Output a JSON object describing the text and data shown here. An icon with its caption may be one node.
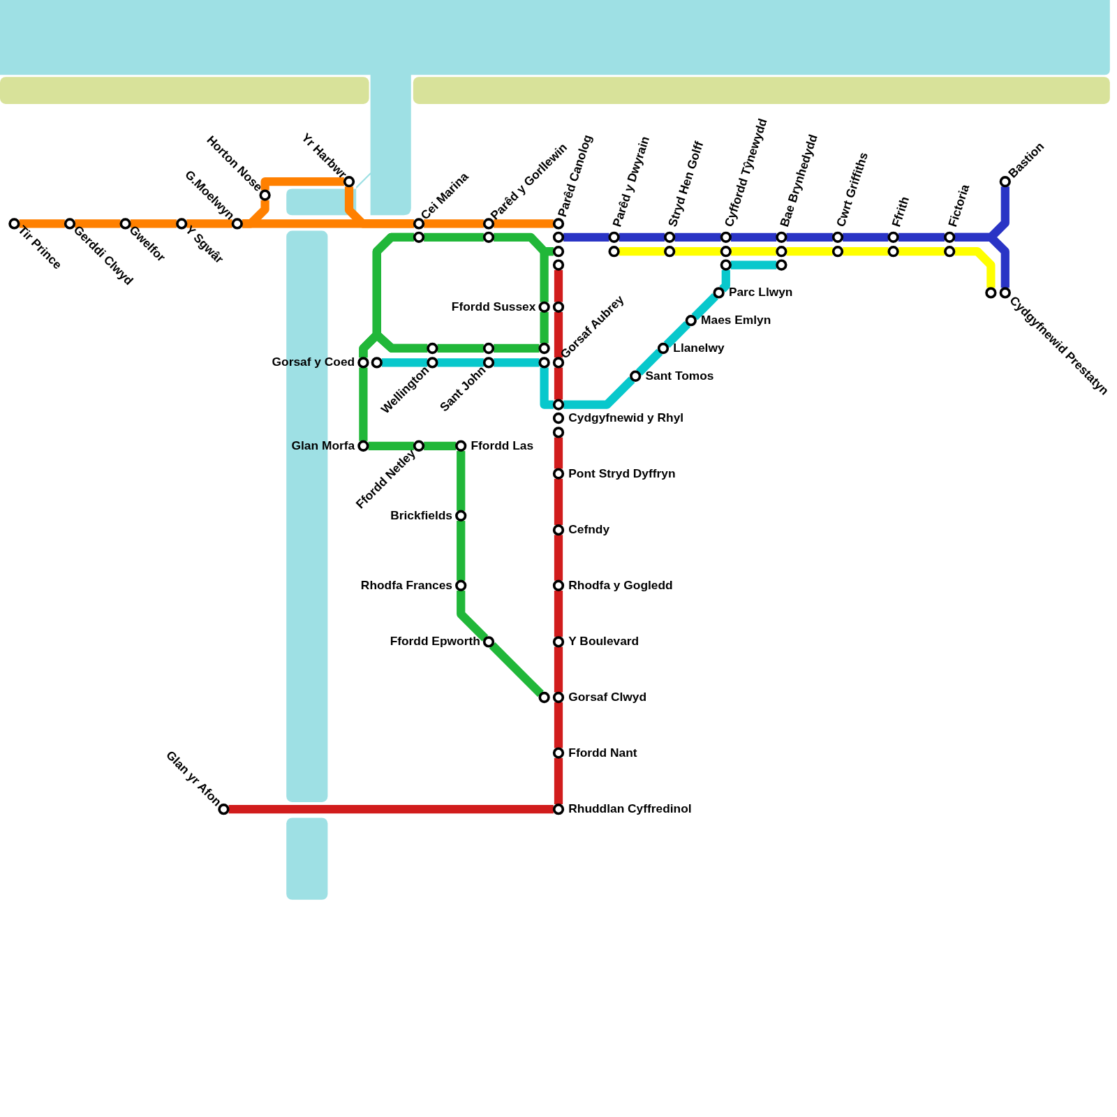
{
  "diagram": {
    "nodes": [
      {
        "text": [
          "Tir Prince"
        ]
      },
      {
        "text": [
          "Gerddi Clwyd"
        ]
      },
      {
        "text": [
          "Gwelfor"
        ]
      },
      {
        "text": [
          "Y Sgwâr"
        ]
      },
      {
        "text": [
          "G.Moelwyn"
        ]
      },
      {
        "text": [
          "Horton Nose"
        ]
      },
      {
        "text": [
          "Yr Harbwr"
        ]
      },
      {
        "text": [
          "Cei Marina"
        ]
      },
      {
        "text": [
          "Parêd y Gorllewin"
        ]
      },
      {
        "text": [
          "Parêd Canolog"
        ]
      },
      {
        "text": [
          "Parêd y Dwyrain"
        ]
      },
      {
        "text": [
          "Stryd Hen Golff"
        ]
      },
      {
        "text": [
          "Cyffordd Tŷnewydd"
        ]
      },
      {
        "text": [
          "Bae Brynhedydd"
        ]
      },
      {
        "text": [
          "Cwrt Griffiths"
        ]
      },
      {
        "text": [
          "Ffrith"
        ]
      },
      {
        "text": [
          "Fictoria"
        ]
      },
      {
        "text": [
          "Bastion"
        ]
      },
      {
        "text": [
          "Cydgyfnewid Prestatyn"
        ]
      },
      {
        "text": [
          "Parc Llwyn"
        ]
      },
      {
        "text": [
          "Ffordd Sussex"
        ]
      },
      {
        "text": [
          "Maes Emlyn"
        ]
      },
      {
        "text": [
          "Llanelwy"
        ]
      },
      {
        "text": [
          "Gorsaf Aubrey"
        ]
      },
      {
        "text": [
          "Gorsaf y Coed"
        ]
      },
      {
        "text": [
          "Wellington"
        ]
      },
      {
        "text": [
          "Sant John"
        ]
      },
      {
        "text": [
          "Sant Tomos"
        ]
      },
      {
        "text": [
          "Cydgyfnewid y Rhyl"
        ]
      },
      {
        "text": [
          "Glan Morfa"
        ]
      },
      {
        "text": [
          "Ffordd Netley"
        ]
      },
      {
        "text": [
          "Ffordd Las"
        ]
      },
      {
        "text": [
          "Pont Stryd Dyffryn"
        ]
      },
      {
        "text": [
          "Brickfields"
        ]
      },
      {
        "text": [
          "Cefndy"
        ]
      },
      {
        "text": [
          "Rhodfa Frances"
        ]
      },
      {
        "text": [
          "Rhodfa y Gogledd"
        ]
      },
      {
        "text": [
          "Ffordd Epworth"
        ]
      },
      {
        "text": [
          "Y Boulevard"
        ]
      },
      {
        "text": [
          "Gorsaf Clwyd"
        ]
      },
      {
        "text": [
          "Ffordd Nant"
        ]
      },
      {
        "text": [
          "Glan yr Afon"
        ]
      },
      {
        "text": [
          "Rhuddlan Cyffredinol"
        ]
      }
    ],
    "edges": [
      {
        "from": 0,
        "to": 1,
        "arrow": "none",
        "color": "#ff8000"
      },
      {
        "from": 1,
        "to": 2,
        "arrow": "none",
        "color": "#ff8000"
      },
      {
        "from": 2,
        "to": 3,
        "arrow": "none",
        "color": "#ff8000"
      },
      {
        "from": 3,
        "to": 4,
        "arrow": "none",
        "color": "#ff8000"
      },
      {
        "from": 4,
        "to": 5,
        "arrow": "none",
        "color": "#ff8000"
      },
      {
        "from": 5,
        "to": 6,
        "arrow": "none",
        "color": "#ff8000"
      },
      {
        "from": 6,
        "to": 7,
        "arrow": "none",
        "color": "#ff8000"
      },
      {
        "from": 4,
        "to": 7,
        "arrow": "none",
        "color": "#ff8000"
      },
      {
        "from": 7,
        "to": 8,
        "arrow": "none",
        "color": "#ff8000"
      },
      {
        "from": 8,
        "to": 9,
        "arrow": "none",
        "color": "#ff8000"
      },
      {
        "from": 9,
        "to": 10,
        "arrow": "none",
        "color": "#2a34c5"
      },
      {
        "from": 10,
        "to": 11,
        "arrow": "none",
        "color": "#2a34c5"
      },
      {
        "from": 11,
        "to": 12,
        "arrow": "none",
        "color": "#2a34c5"
      },
      {
        "from": 12,
        "to": 13,
        "arrow": "none",
        "color": "#2a34c5"
      },
      {
        "from": 13,
        "to": 14,
        "arrow": "none",
        "color": "#2a34c5"
      },
      {
        "from": 14,
        "to": 15,
        "arrow": "none",
        "color": "#2a34c5"
      },
      {
        "from": 15,
        "to": 16,
        "arrow": "none",
        "color": "#2a34c5"
      },
      {
        "from": 16,
        "to": 17,
        "arrow": "none",
        "color": "#2a34c5"
      },
      {
        "from": 16,
        "to": 18,
        "arrow": "none",
        "color": "#2a34c5"
      },
      {
        "from": 10,
        "to": 11,
        "arrow": "none",
        "color": "#ffff00"
      },
      {
        "from": 11,
        "to": 12,
        "arrow": "none",
        "color": "#ffff00"
      },
      {
        "from": 12,
        "to": 13,
        "arrow": "none",
        "color": "#ffff00"
      },
      {
        "from": 13,
        "to": 14,
        "arrow": "none",
        "color": "#ffff00"
      },
      {
        "from": 14,
        "to": 15,
        "arrow": "none",
        "color": "#ffff00"
      },
      {
        "from": 15,
        "to": 16,
        "arrow": "none",
        "color": "#ffff00"
      },
      {
        "from": 16,
        "to": 18,
        "arrow": "none",
        "color": "#ffff00"
      },
      {
        "from": 13,
        "to": 12,
        "arrow": "none",
        "color": "#08c8cc"
      },
      {
        "from": 12,
        "to": 19,
        "arrow": "none",
        "color": "#08c8cc"
      },
      {
        "from": 19,
        "to": 21,
        "arrow": "none",
        "color": "#08c8cc"
      },
      {
        "from": 21,
        "to": 22,
        "arrow": "none",
        "color": "#08c8cc"
      },
      {
        "from": 22,
        "to": 27,
        "arrow": "none",
        "color": "#08c8cc"
      },
      {
        "from": 27,
        "to": 28,
        "arrow": "none",
        "color": "#08c8cc"
      },
      {
        "from": 28,
        "to": 23,
        "arrow": "none",
        "color": "#08c8cc"
      },
      {
        "from": 23,
        "to": 26,
        "arrow": "none",
        "color": "#08c8cc"
      },
      {
        "from": 26,
        "to": 25,
        "arrow": "none",
        "color": "#08c8cc"
      },
      {
        "from": 25,
        "to": 24,
        "arrow": "none",
        "color": "#08c8cc"
      },
      {
        "from": 7,
        "to": 8,
        "arrow": "none",
        "color": "#21b739"
      },
      {
        "from": 8,
        "to": 9,
        "arrow": "none",
        "color": "#21b739"
      },
      {
        "from": 9,
        "to": 20,
        "arrow": "none",
        "color": "#21b739"
      },
      {
        "from": 20,
        "to": 23,
        "arrow": "none",
        "color": "#21b739"
      },
      {
        "from": 23,
        "to": 26,
        "arrow": "none",
        "color": "#21b739"
      },
      {
        "from": 26,
        "to": 25,
        "arrow": "none",
        "color": "#21b739"
      },
      {
        "from": 25,
        "to": 7,
        "arrow": "none",
        "color": "#21b739"
      },
      {
        "from": 25,
        "to": 24,
        "arrow": "none",
        "color": "#21b739"
      },
      {
        "from": 7,
        "to": 24,
        "arrow": "none",
        "color": "#21b739"
      },
      {
        "from": 24,
        "to": 29,
        "arrow": "none",
        "color": "#21b739"
      },
      {
        "from": 29,
        "to": 30,
        "arrow": "none",
        "color": "#21b739"
      },
      {
        "from": 30,
        "to": 31,
        "arrow": "none",
        "color": "#21b739"
      },
      {
        "from": 31,
        "to": 33,
        "arrow": "none",
        "color": "#21b739"
      },
      {
        "from": 33,
        "to": 35,
        "arrow": "none",
        "color": "#21b739"
      },
      {
        "from": 35,
        "to": 37,
        "arrow": "none",
        "color": "#21b739"
      },
      {
        "from": 37,
        "to": 39,
        "arrow": "none",
        "color": "#21b739"
      },
      {
        "from": 9,
        "to": 20,
        "arrow": "none",
        "color": "#d11c1c"
      },
      {
        "from": 20,
        "to": 23,
        "arrow": "none",
        "color": "#d11c1c"
      },
      {
        "from": 23,
        "to": 28,
        "arrow": "none",
        "color": "#d11c1c"
      },
      {
        "from": 28,
        "to": 32,
        "arrow": "none",
        "color": "#d11c1c"
      },
      {
        "from": 32,
        "to": 34,
        "arrow": "none",
        "color": "#d11c1c"
      },
      {
        "from": 34,
        "to": 36,
        "arrow": "none",
        "color": "#d11c1c"
      },
      {
        "from": 36,
        "to": 38,
        "arrow": "none",
        "color": "#d11c1c"
      },
      {
        "from": 38,
        "to": 39,
        "arrow": "none",
        "color": "#d11c1c"
      },
      {
        "from": 39,
        "to": 40,
        "arrow": "none",
        "color": "#d11c1c"
      },
      {
        "from": 40,
        "to": 42,
        "arrow": "none",
        "color": "#d11c1c"
      },
      {
        "from": 42,
        "to": 41,
        "arrow": "none",
        "color": "#d11c1c"
      }
    ]
  }
}
